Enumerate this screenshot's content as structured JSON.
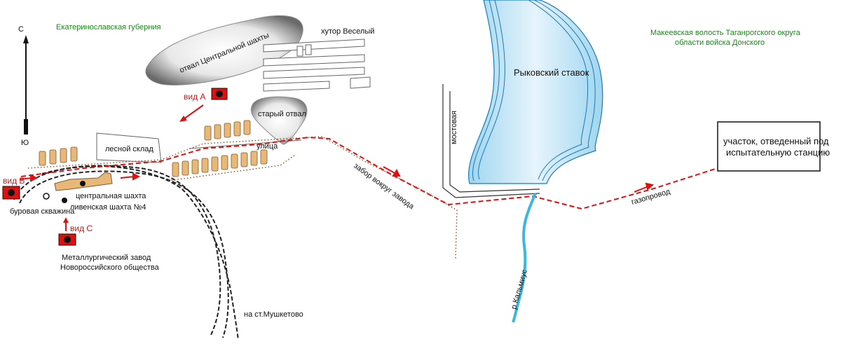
{
  "labels": {
    "region_left": "Екатеринославская губерния",
    "region_right_line1": "Макеевская волость Таганрогского округа",
    "region_right_line2": "области войска Донского",
    "compass_north": "С",
    "compass_south": "Ю",
    "khutor": "хутор Веселый",
    "central_dump": "отвал Центральной шахты",
    "old_dump": "старый отвал",
    "timber_yard": "лесной склад",
    "street": "улица",
    "central_mine": "центральная шахта",
    "livenskaya_mine": "ливенская шахта №4",
    "borehole": "буровая скважина",
    "plant_line1": "Металлургический завод",
    "plant_line2": "Новороссийского общества",
    "to_station": "на ст.Мушкетово",
    "fence": "забор вокруг завода",
    "pond": "Рыковский ставок",
    "mostovaya": "мостовая",
    "river": "р Кальмиус",
    "gas_pipeline": "газопровод",
    "test_site_line1": "участок, отведенный под",
    "test_site_line2": "испытательную станцию",
    "view_a": "вид А",
    "view_b": "вид В",
    "view_c": "вид С"
  },
  "colors": {
    "region_text": "#1a8a1a",
    "view_marker": "#e01010",
    "pipeline": "#e01010",
    "fence": "#8b5a2b",
    "buildings": "#e8b878",
    "river": "#3cb8e0",
    "pond_fill": "#cdeaf8"
  }
}
